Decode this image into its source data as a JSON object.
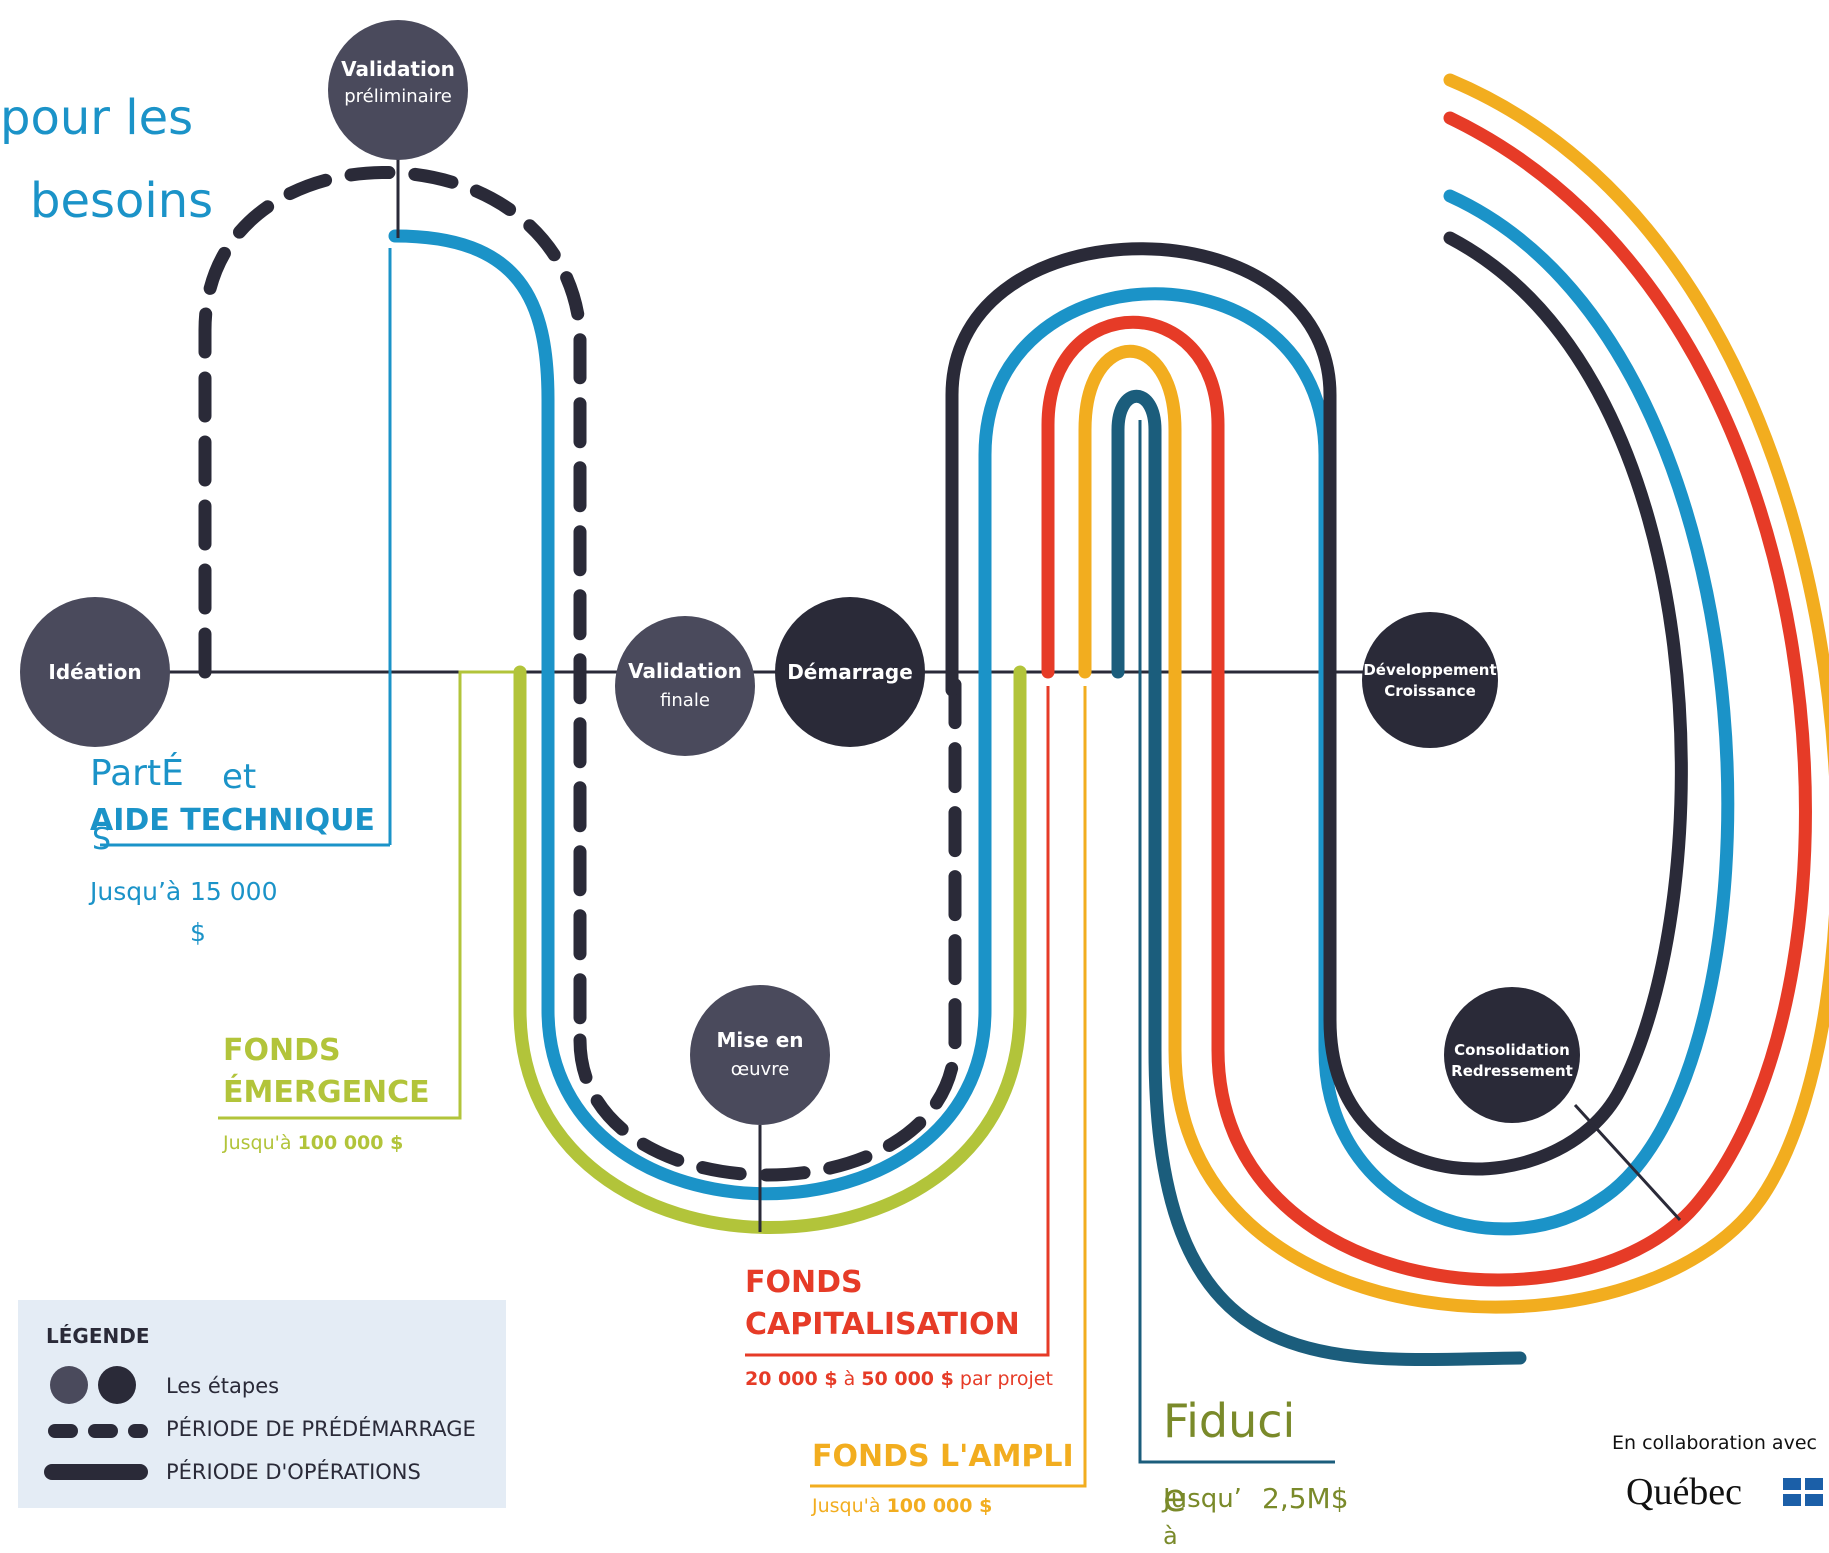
{
  "header": {
    "line1": "pour les",
    "line2": "besoins"
  },
  "stages": {
    "validation_preliminaire": [
      "Validation",
      "préliminaire"
    ],
    "ideation": [
      "Idéation"
    ],
    "validation_finale": [
      "Validation",
      "finale"
    ],
    "demarrage": [
      "Démarrage"
    ],
    "mise_en_oeuvre": [
      "Mise en",
      "œuvre"
    ],
    "developpement": [
      "Développement",
      "Croissance"
    ],
    "consolidation": [
      "Consolidation",
      "Redressement"
    ]
  },
  "funds": {
    "aide_technique": {
      "prefix": "PartÉ",
      "connector": "et",
      "stray": "S",
      "title": "AIDE TECHNIQUE",
      "amount_prefix": "Jusqu’à",
      "amount": "15 000",
      "currency": "$"
    },
    "emergence": {
      "title_line1": "FONDS",
      "title_line2": "ÉMERGENCE",
      "amount_prefix": "Jusqu'à ",
      "amount": "100 000 $"
    },
    "capitalisation": {
      "title_line1": "FONDS",
      "title_line2": "CAPITALISATION",
      "amount": "20 000 $",
      "amount_mid": " à ",
      "amount2": "50 000 $",
      "amount_suffix": " par projet"
    },
    "ampli": {
      "title": "FONDS L'AMPLI",
      "amount_prefix": "Jusqu'à ",
      "amount": "100 000 $"
    },
    "fiducie": {
      "title": "Fiduci",
      "stray": "e",
      "amount_prefix": "Jusqu’",
      "amount": "2,5M$",
      "amount_suffix": "à"
    }
  },
  "legend": {
    "title": "LÉGENDE",
    "items": [
      "Les étapes",
      "PÉRIODE DE PRÉDÉMARRAGE",
      "PÉRIODE D'OPÉRATIONS"
    ]
  },
  "footer": {
    "collab": "En collaboration avec",
    "logo": "Québec"
  },
  "colors": {
    "navy": "#2a2a38",
    "blue": "#1b93c8",
    "green": "#b2c43a",
    "red": "#e63b27",
    "orange": "#f2ad1f",
    "teal": "#1b5d7c",
    "legend_bg": "#e4ecf5"
  }
}
